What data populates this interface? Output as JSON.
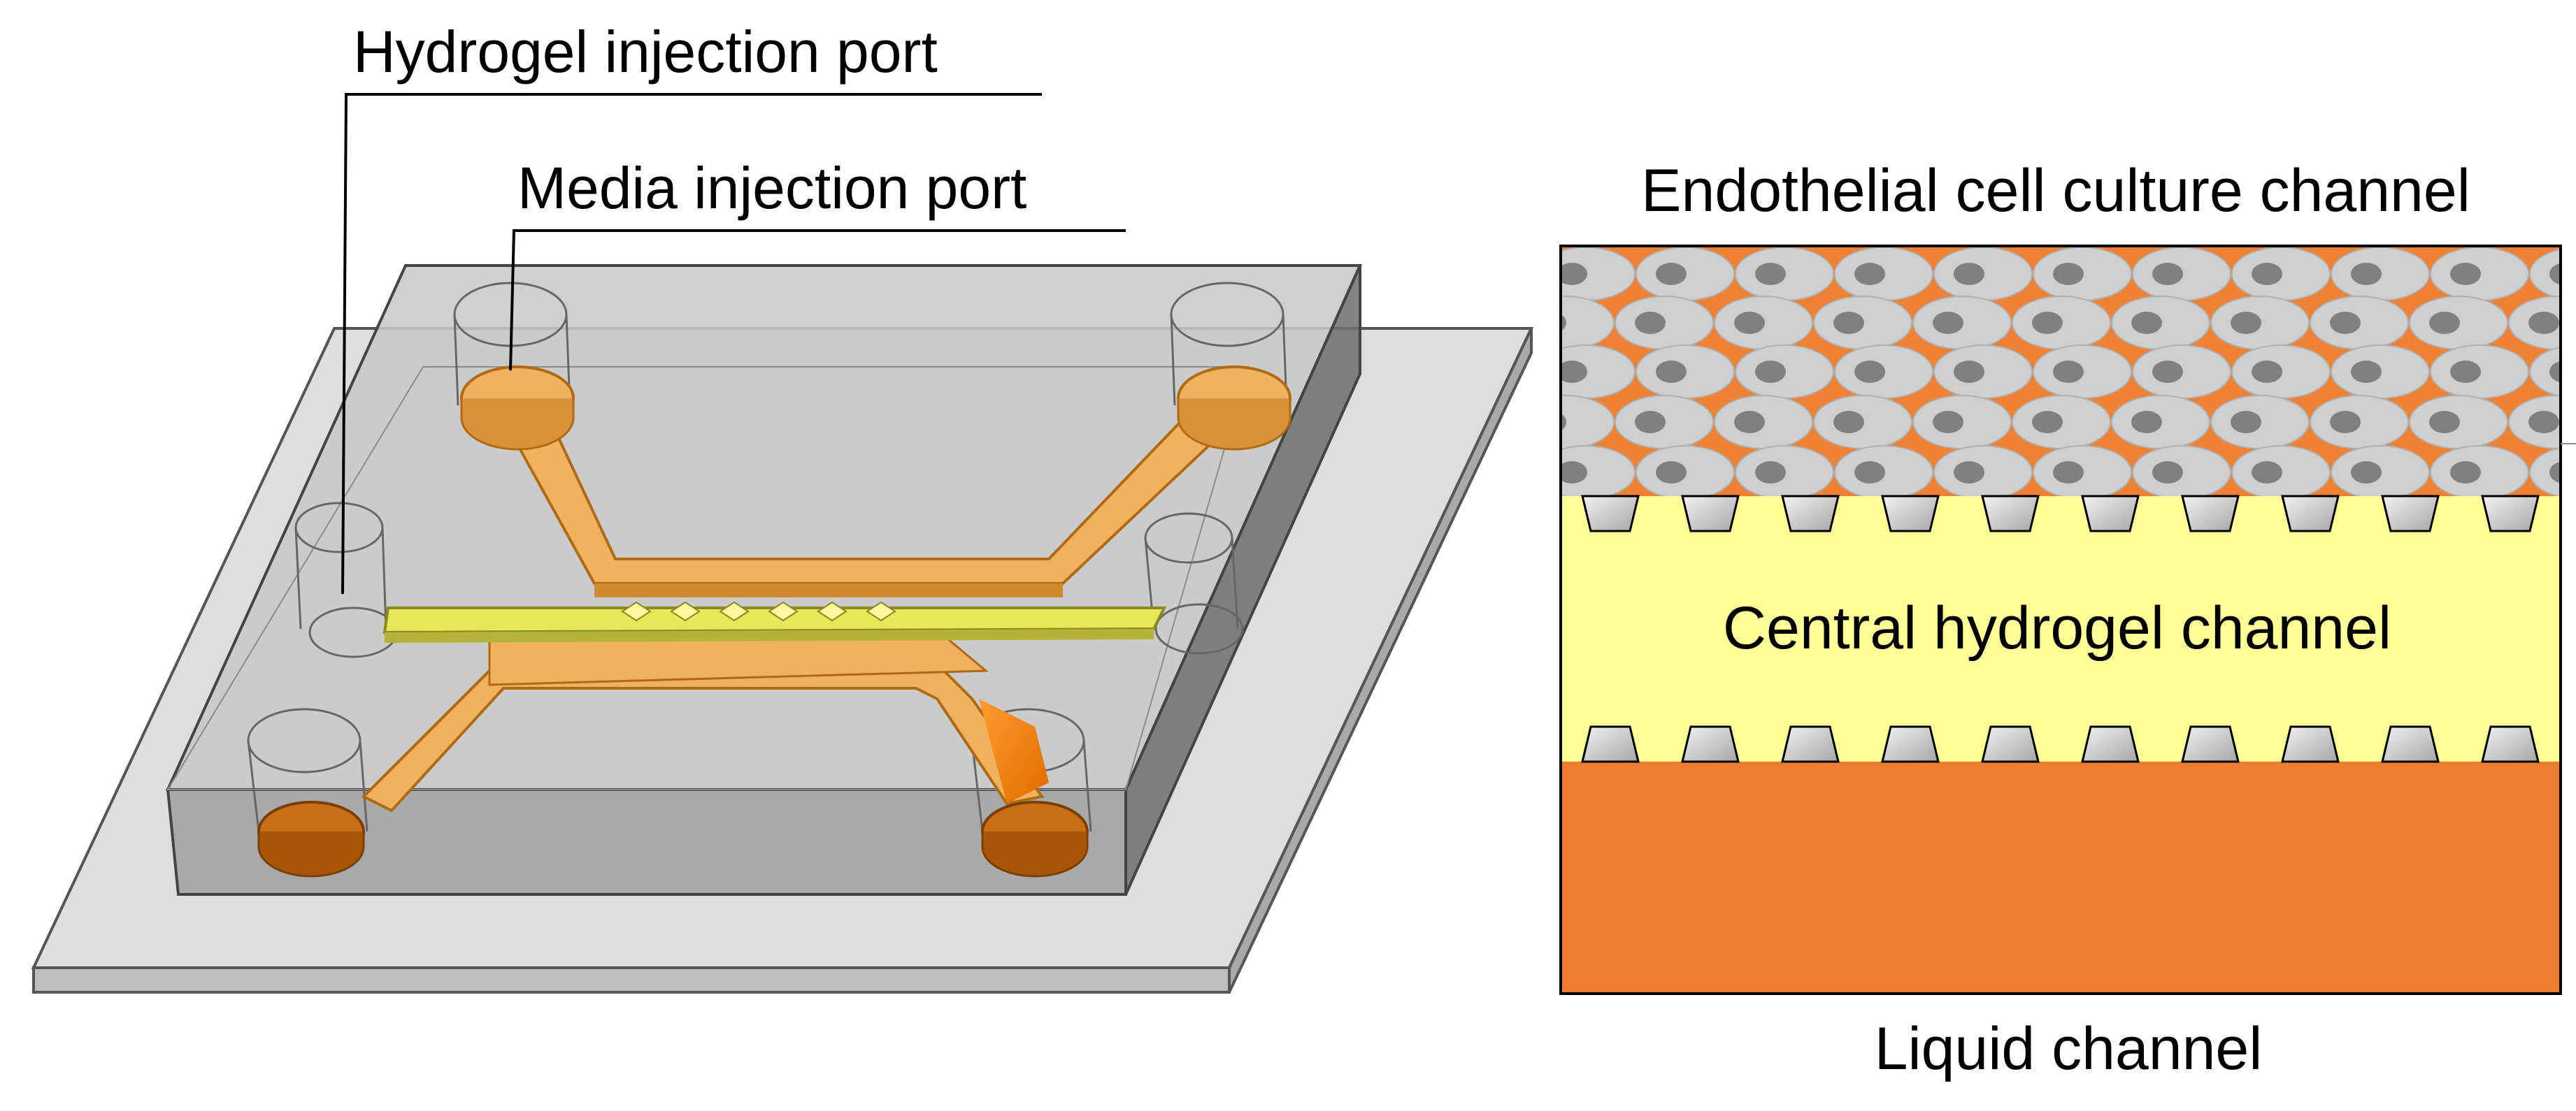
{
  "colors": {
    "background": "#ffffff",
    "glass_slide": "#d9d9d9",
    "pdms_block": "#bfbfbf",
    "media_channel": "#f0b25e",
    "media_reservoir_dark": "#c96f17",
    "hydrogel_channel": "#e8e65a",
    "cell_layer_bg": "#ee8133",
    "cell_body": "#cfcfcf",
    "cell_nucleus": "#808080",
    "hydrogel_fill": "#ffff99",
    "liquid_fill": "#ed7d31",
    "post_fill": "#d8d8d8"
  },
  "labels": {
    "hydrogel_port": "Hydrogel injection port",
    "media_port": "Media injection port",
    "endothelial_channel": "Endothelial cell culture channel",
    "central_channel": "Central hydrogel channel",
    "liquid_channel": "Liquid channel"
  }
}
